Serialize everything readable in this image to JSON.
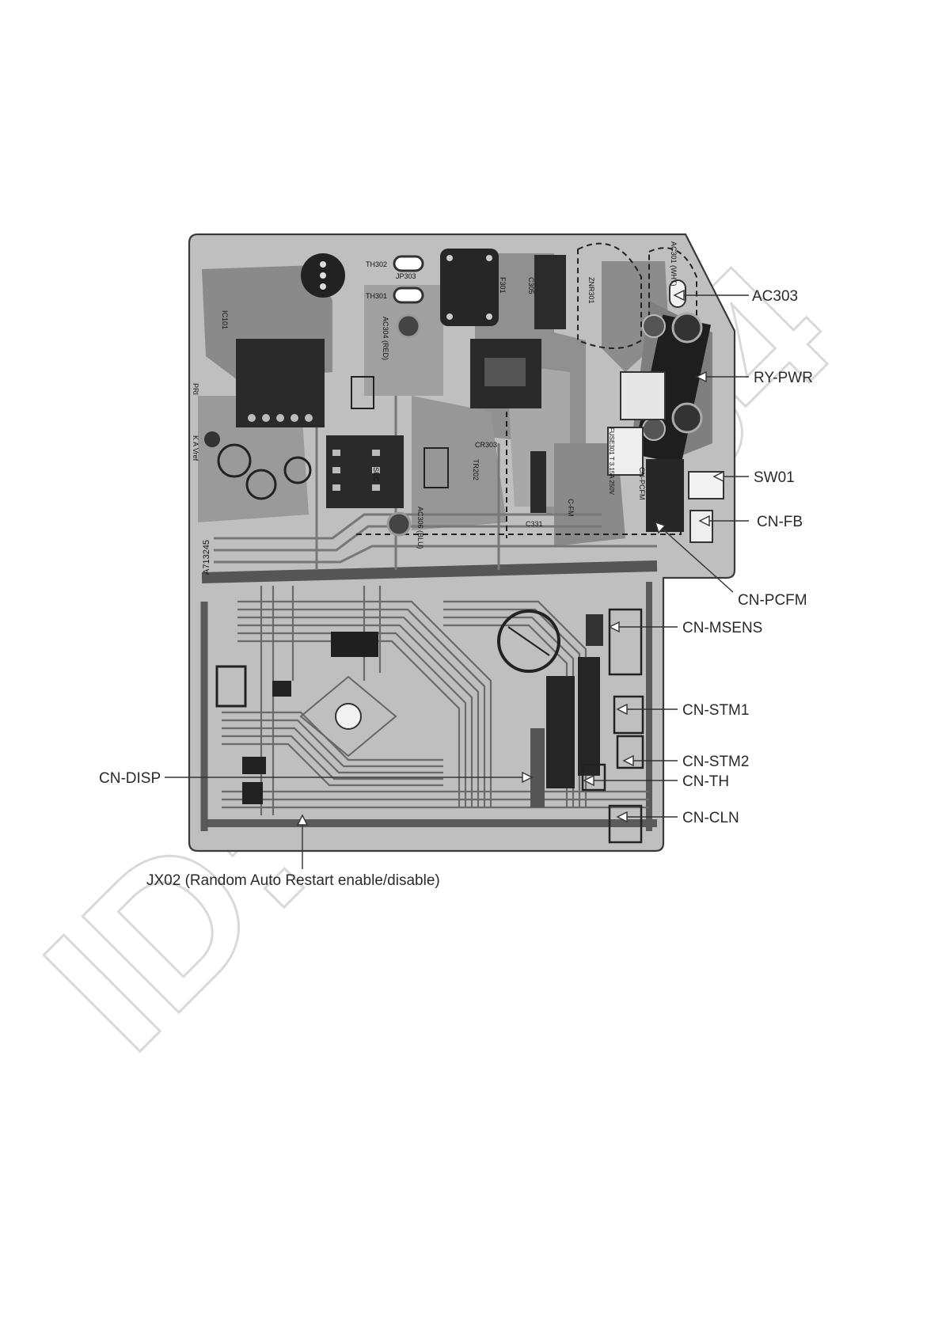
{
  "watermark_text": "ID: A02254",
  "board_label": "A713245",
  "connectors": {
    "ac303": "AC303",
    "ry_pwr": "RY-PWR",
    "sw01": "SW01",
    "cn_fb": "CN-FB",
    "cn_pcfm": "CN-PCFM",
    "cn_msens": "CN-MSENS",
    "cn_stm1": "CN-STM1",
    "cn_stm2": "CN-STM2",
    "cn_th": "CN-TH",
    "cn_cln": "CN-CLN",
    "cn_disp": "CN-DISP",
    "jx02": "JX02 (Random Auto Restart enable/disable)"
  },
  "silkscreen": {
    "ic101": "IC101",
    "th302": "TH302",
    "th301": "TH301",
    "jp303": "JP303",
    "f301": "F301",
    "c305": "C305",
    "zmr301": "ZNR301",
    "ac304": "AC304 (RED)",
    "ac301": "AC301 (WHT)",
    "ac306": "AC306 (BLU)",
    "cr303": "CR303",
    "tr202": "TR202",
    "c331": "C331",
    "fuse": "FUSE301 T 3.15A 250V",
    "pri": "PRI",
    "sec": "SEC",
    "kav": "K A Vref",
    "cn_fm": "C-FM",
    "cn_pcfm_silk": "CN-PCFM"
  }
}
